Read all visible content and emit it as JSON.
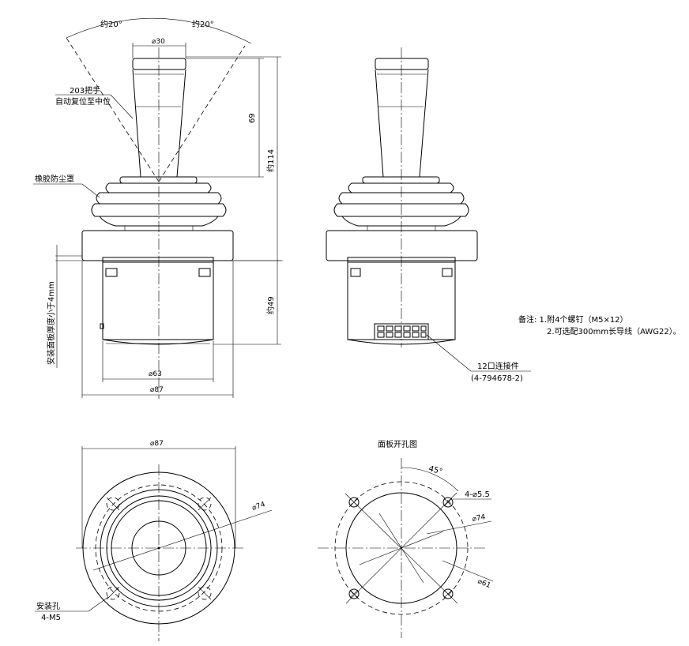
{
  "front_view": {
    "angle_left": "约20°",
    "angle_right": "约20°",
    "dia_30": "⌀30",
    "handle_note_1": "203把手",
    "handle_note_2": "自动复位至中位",
    "dim_69": "69",
    "dim_114": "约114",
    "boot_label": "橡胶防尘罩",
    "panel_thickness": "安装面板厚度小于4mm",
    "dim_49": "约49",
    "dia_63": "⌀63",
    "dia_87": "⌀87"
  },
  "side_view": {
    "connector_label_1": "12口连接件",
    "connector_label_2": "(4-794678-2)"
  },
  "notes": {
    "line_1": "备注: 1.附4个螺钉（M5×12）",
    "line_2": "2.可选配300mm长导线（AWG22）。"
  },
  "bottom_view": {
    "dia_87": "⌀87",
    "dia_74": "⌀74",
    "mount_label_1": "安装孔",
    "mount_label_2": "4-M5"
  },
  "cutout_view": {
    "title": "面板开孔图",
    "angle_45": "45°",
    "holes": "4-⌀5.5",
    "dia_74": "⌀74",
    "dia_61": "⌀61"
  }
}
